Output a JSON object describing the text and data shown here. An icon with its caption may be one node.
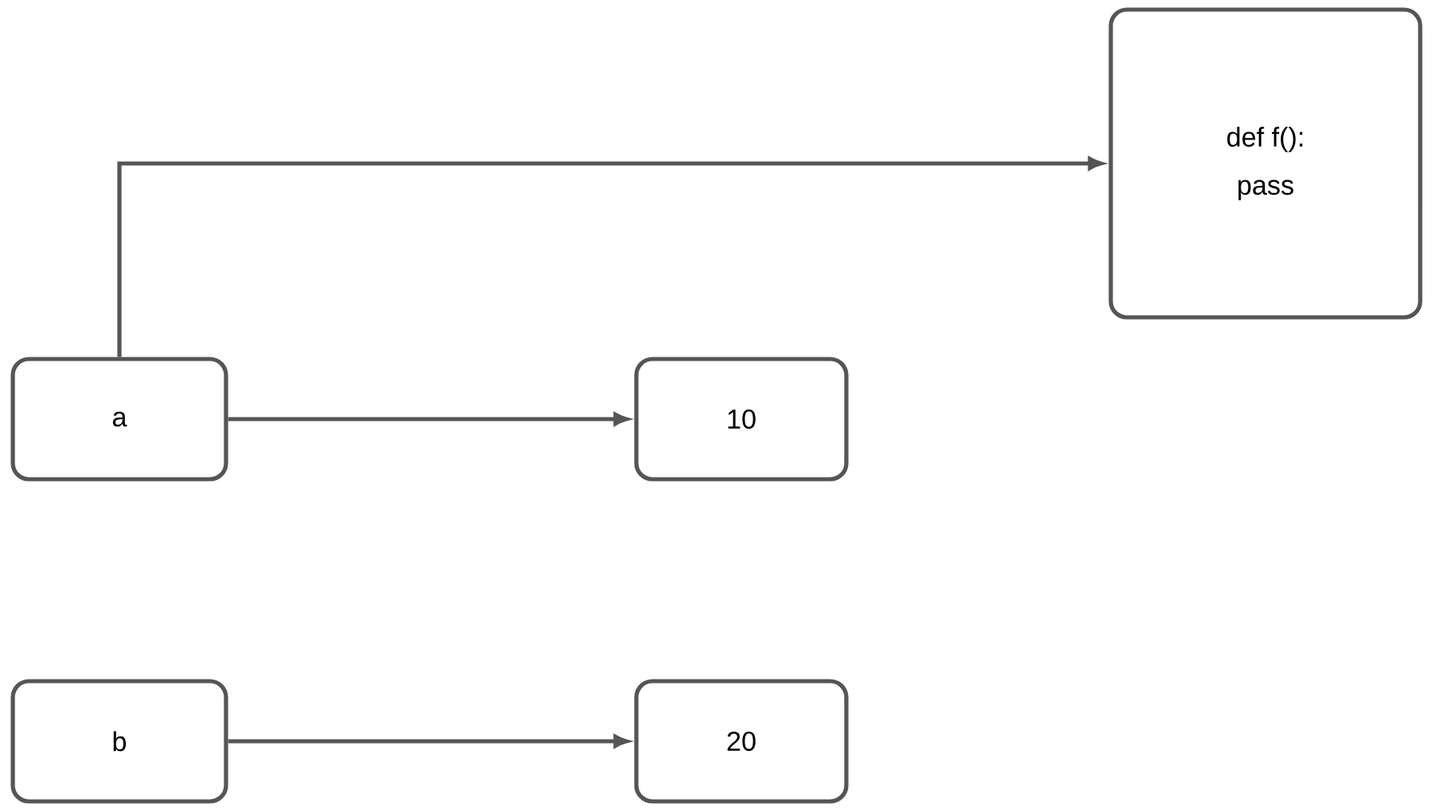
{
  "diagram": {
    "nodes": [
      {
        "text": [
          "a"
        ]
      },
      {
        "text": [
          "10"
        ]
      },
      {
        "text": [
          "def f():",
          "pass"
        ]
      },
      {
        "text": [
          "b"
        ]
      },
      {
        "text": [
          "20"
        ]
      }
    ],
    "edges": [
      {
        "from": 0,
        "to": 1,
        "arrow": "to"
      },
      {
        "from": 0,
        "to": 2,
        "arrow": "to"
      },
      {
        "from": 3,
        "to": 4,
        "arrow": "to"
      }
    ]
  }
}
